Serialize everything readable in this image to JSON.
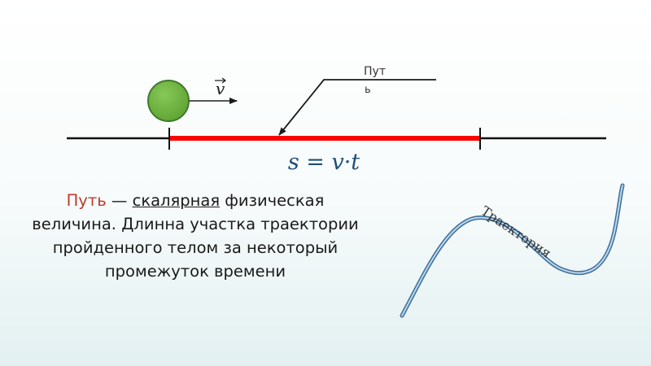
{
  "colors": {
    "path_segment": "#ff0000",
    "axis_line": "#111111",
    "ball_fill": "#6db33f",
    "ball_stroke": "#3f7a2a",
    "formula": "#1f4e79",
    "trajectory": "#6fa3cf",
    "term_highlight": "#c0392b"
  },
  "labels": {
    "velocity": "v",
    "path_label_line1": "Пут",
    "path_label_line2": "ь",
    "formula": "s = v·t",
    "trajectory": "Траектория"
  },
  "definition": {
    "term": "Путь",
    "dash": " — ",
    "underlined": "скалярная",
    "rest": " физическая величина. Длинна участка траектории пройденного телом за некоторый промежуток времени"
  }
}
